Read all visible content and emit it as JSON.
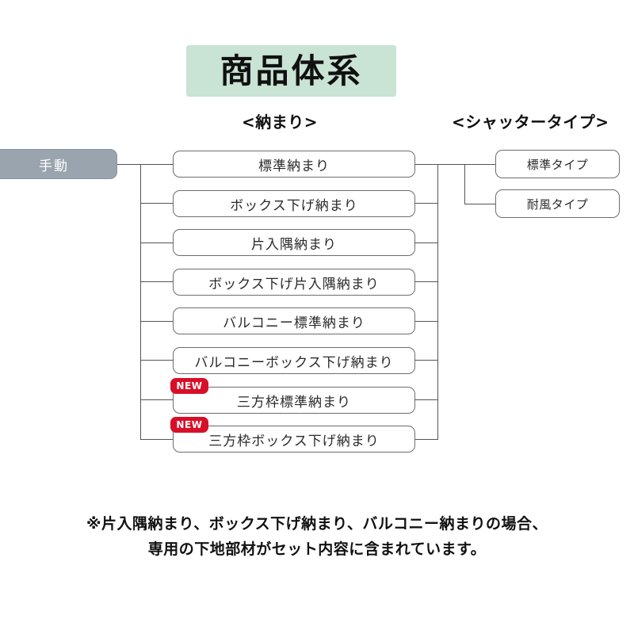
{
  "title": {
    "text": "商品体系",
    "background_color": "#c9e3d4"
  },
  "headers": {
    "naosamari": "<納まり>",
    "shutter_type": "<シャッタータイプ>"
  },
  "root": {
    "label": "手動",
    "background_color": "#9aa4ae",
    "text_color": "#ffffff"
  },
  "badge": {
    "label": "NEW",
    "color": "#d80f28"
  },
  "naosamari_items": [
    {
      "label": "標準納まり",
      "is_new": false
    },
    {
      "label": "ボックス下げ納まり",
      "is_new": false
    },
    {
      "label": "片入隅納まり",
      "is_new": false
    },
    {
      "label": "ボックス下げ片入隅納まり",
      "is_new": false
    },
    {
      "label": "バルコニー標準納まり",
      "is_new": false
    },
    {
      "label": "バルコニーボックス下げ納まり",
      "is_new": false
    },
    {
      "label": "三方枠標準納まり",
      "is_new": true
    },
    {
      "label": "三方枠ボックス下げ納まり",
      "is_new": true
    }
  ],
  "shutter_items": [
    {
      "label": "標準タイプ"
    },
    {
      "label": "耐風タイプ"
    }
  ],
  "footnote": {
    "line1": "※片入隅納まり、ボックス下げ納まり、バルコニー納まりの場合、",
    "line2": "専用の下地部材がセット内容に含まれています。"
  }
}
